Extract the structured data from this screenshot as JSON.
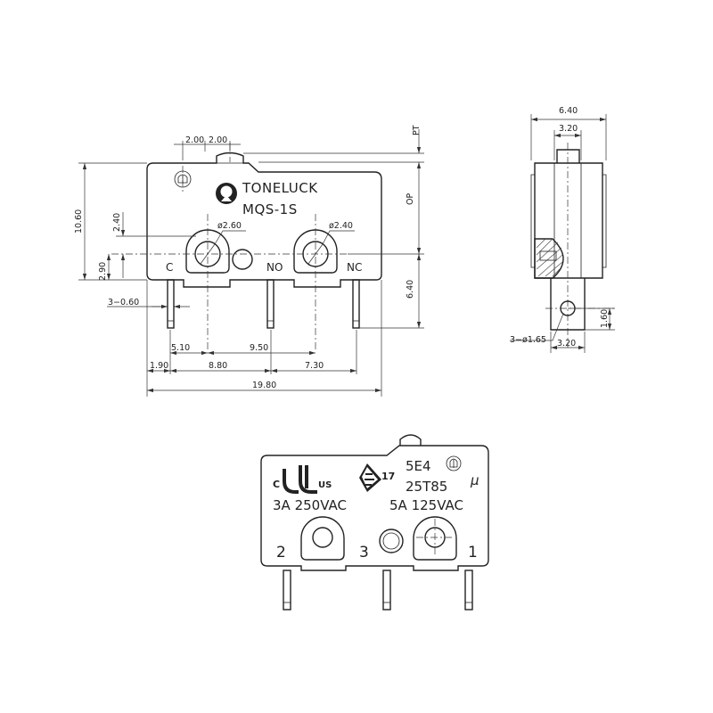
{
  "front": {
    "brand": "TONELUCK",
    "model": "MQS-1S",
    "terminals": {
      "c": "C",
      "no": "NO",
      "nc": "NC"
    },
    "dims": {
      "top_a": "2.00",
      "top_b": "2.00",
      "height": "10.60",
      "hole_offset": "2.40",
      "hole_height": "2.90",
      "pin_width": "3−0.60",
      "hole_left": "ø2.60",
      "hole_right": "ø2.40",
      "op": "OP",
      "pt": "PT",
      "right_height": "6.40",
      "d_510": "5.10",
      "d_950": "9.50",
      "d_190": "1.90",
      "d_880": "8.80",
      "d_730": "7.30",
      "width": "19.80"
    }
  },
  "side": {
    "dims": {
      "width": "6.40",
      "inner": "3.20",
      "pin_holes": "3−ø1.65",
      "pin_spacing": "3.20",
      "hole_height": "1.60"
    }
  },
  "back": {
    "cert_c": "C",
    "cert_us": "US",
    "enec_num": "17",
    "rating_code": "5E4",
    "temp_code": "25T85",
    "micro": "μ",
    "rating_1": "3A 250VAC",
    "rating_2": "5A 125VAC",
    "pin_2": "2",
    "pin_3": "3",
    "pin_1": "1"
  }
}
